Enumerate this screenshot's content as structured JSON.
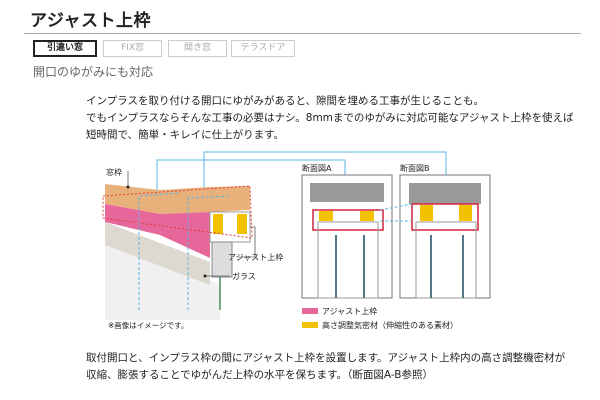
{
  "title": "アジャスト上枠",
  "tabs": [
    {
      "label": "引違い窓",
      "active": true
    },
    {
      "label": "FIX窓",
      "active": false
    },
    {
      "label": "開き窓",
      "active": false
    },
    {
      "label": "テラスドア",
      "active": false
    }
  ],
  "subtitle": "開口のゆがみにも対応",
  "intro": [
    "インプラスを取り付ける開口にゆがみがあると、隙間を埋める工事が生じることも。",
    "でもインプラスならそんな工事の必要はナシ。8mmまでのゆがみに対応可能なアジャスト上枠を使えば",
    "短時間で、簡単・キレイに仕上がります。"
  ],
  "diagram": {
    "label_window_frame": "窓枠",
    "label_adjust_frame": "アジャスト上枠",
    "label_glass": "ガラス",
    "note": "※画像はイメージです。",
    "section_a": "断面図A",
    "section_b": "断面図B",
    "legend": [
      {
        "label": "アジャスト上枠",
        "color": "#e8679a"
      },
      {
        "label": "高さ調整気密材（伸縮性のある素材）",
        "color": "#f2c200"
      }
    ]
  },
  "explanation": [
    "取付開口と、インプラス枠の間にアジャスト上枠を設置します。アジャスト上枠内の高さ調整機密材が",
    "収縮、膨張することでゆがんだ上枠の水平を保ちます。（断面図A-B参照）"
  ],
  "colors": {
    "accent_line": "#5ab4e6",
    "dashed_red": "#e23a3a"
  }
}
